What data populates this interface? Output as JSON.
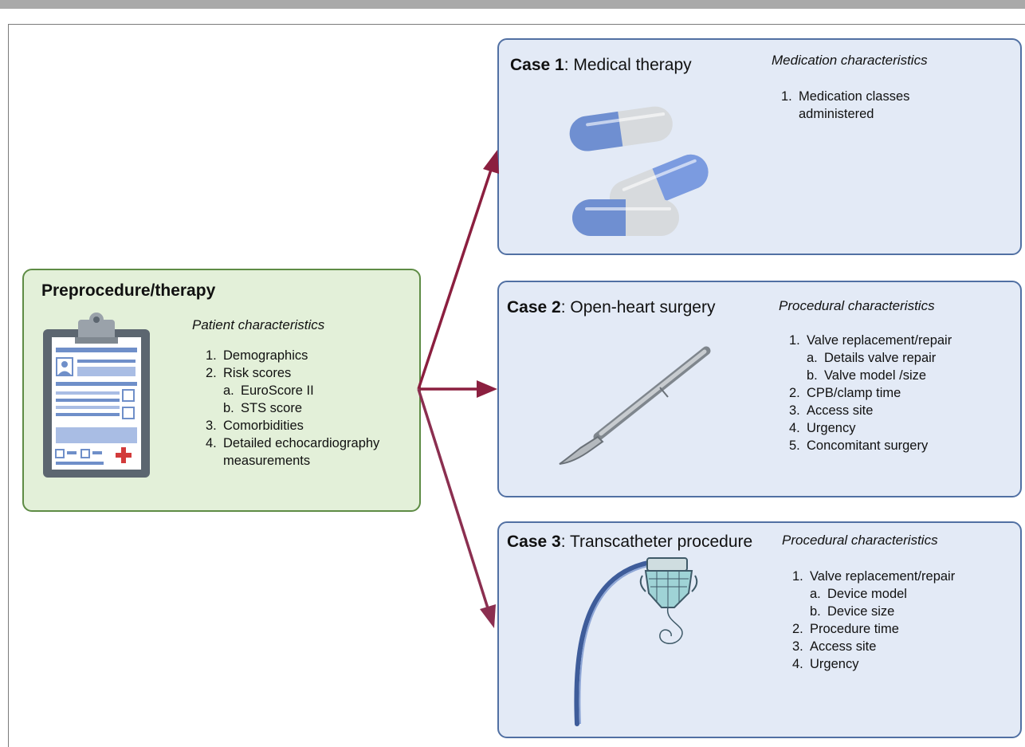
{
  "pre": {
    "title": "Preprocedure/therapy",
    "subtitle": "Patient characteristics",
    "items": [
      {
        "n": "1.",
        "t": "Demographics",
        "lvl": 1
      },
      {
        "n": "2.",
        "t": "Risk scores",
        "lvl": 1
      },
      {
        "n": "a.",
        "t": "EuroScore II",
        "lvl": 2
      },
      {
        "n": "b.",
        "t": "STS score",
        "lvl": 2
      },
      {
        "n": "3.",
        "t": "Comorbidities",
        "lvl": 1
      },
      {
        "n": "4.",
        "t": "Detailed echocardiography",
        "lvl": 1
      },
      {
        "n": "",
        "t": "measurements",
        "lvl": 1
      }
    ]
  },
  "case1": {
    "bold": "Case 1",
    "rest": ": Medical therapy",
    "subtitle": "Medication characteristics",
    "items": [
      {
        "n": "1.",
        "t": "Medication classes",
        "lvl": 1
      },
      {
        "n": "",
        "t": "administered",
        "lvl": 1
      }
    ]
  },
  "case2": {
    "bold": "Case 2",
    "rest": ": Open-heart surgery",
    "subtitle": "Procedural characteristics",
    "items": [
      {
        "n": "1.",
        "t": "Valve replacement/repair",
        "lvl": 1
      },
      {
        "n": "a.",
        "t": "Details valve repair",
        "lvl": 2
      },
      {
        "n": "b.",
        "t": "Valve model /size",
        "lvl": 2
      },
      {
        "n": "2.",
        "t": "CPB/clamp time",
        "lvl": 1
      },
      {
        "n": "3.",
        "t": "Access site",
        "lvl": 1
      },
      {
        "n": "4.",
        "t": "Urgency",
        "lvl": 1
      },
      {
        "n": "5.",
        "t": "Concomitant surgery",
        "lvl": 1
      }
    ]
  },
  "case3": {
    "bold": "Case 3",
    "rest": ": Transcatheter procedure",
    "subtitle": "Procedural characteristics",
    "items": [
      {
        "n": "1.",
        "t": "Valve replacement/repair",
        "lvl": 1
      },
      {
        "n": "a.",
        "t": "Device model",
        "lvl": 2
      },
      {
        "n": "b.",
        "t": "Device size",
        "lvl": 2
      },
      {
        "n": "2.",
        "t": "Procedure time",
        "lvl": 1
      },
      {
        "n": "3.",
        "t": "Access site",
        "lvl": 1
      },
      {
        "n": "4.",
        "t": "Urgency",
        "lvl": 1
      }
    ]
  },
  "icons": [
    "clipboard-icon",
    "pills-icon",
    "scalpel-icon",
    "transcatheter-valve-icon"
  ],
  "colors": {
    "green_fill": "#e3f0d9",
    "green_border": "#5e8c45",
    "blue_fill": "#e3eaf6",
    "blue_border": "#5170a3",
    "arrow": "#8b1f3f"
  }
}
